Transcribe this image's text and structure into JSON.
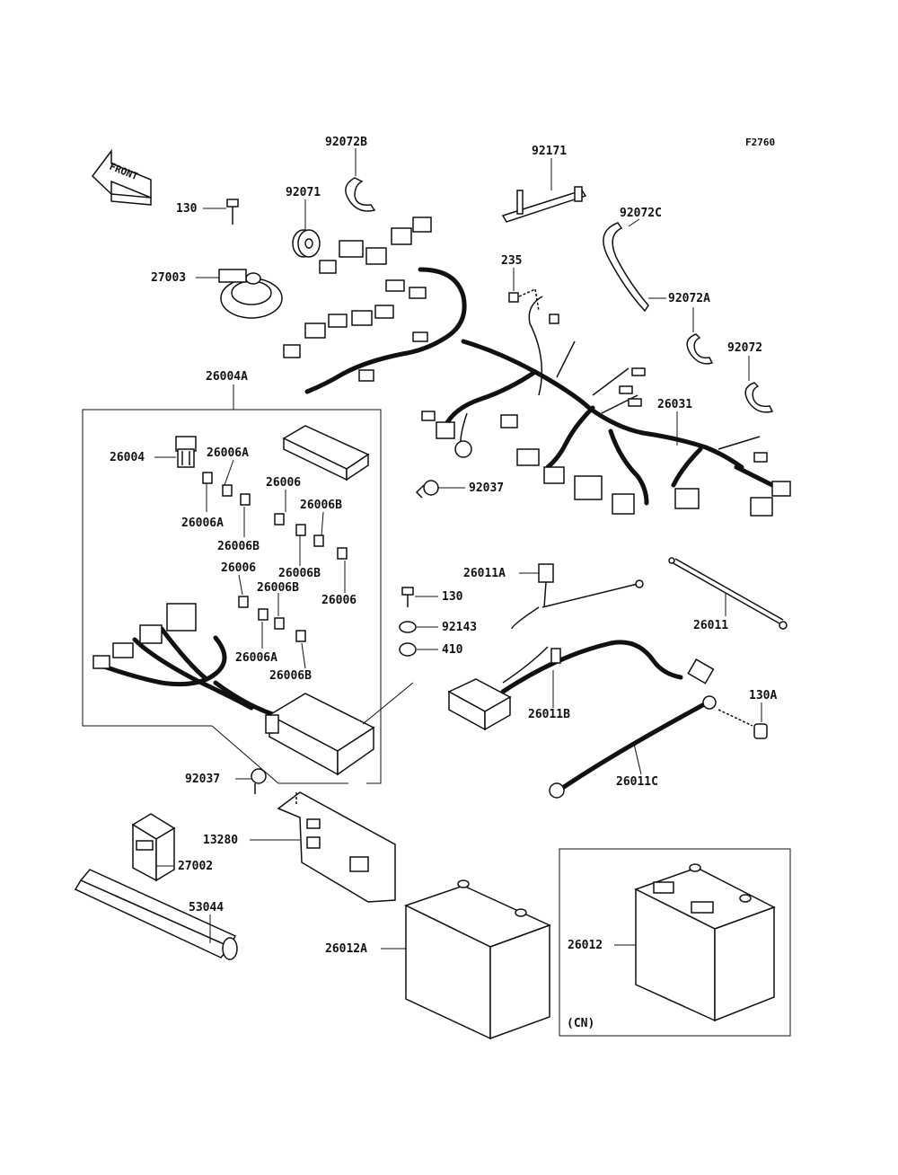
{
  "figure_ref": "F2760",
  "front_label": "FRONT",
  "region_label": "(CN)",
  "labels": [
    {
      "id": "l-92072B",
      "text": "92072B"
    },
    {
      "id": "l-92171",
      "text": "92171"
    },
    {
      "id": "l-92071",
      "text": "92071"
    },
    {
      "id": "l-130a",
      "text": "130"
    },
    {
      "id": "l-27003",
      "text": "27003"
    },
    {
      "id": "l-92072C",
      "text": "92072C"
    },
    {
      "id": "l-235",
      "text": "235"
    },
    {
      "id": "l-92072A",
      "text": "92072A"
    },
    {
      "id": "l-92072",
      "text": "92072"
    },
    {
      "id": "l-26004A",
      "text": "26004A"
    },
    {
      "id": "l-26031",
      "text": "26031"
    },
    {
      "id": "l-26004",
      "text": "26004"
    },
    {
      "id": "l-26006A-1",
      "text": "26006A"
    },
    {
      "id": "l-26006-1",
      "text": "26006"
    },
    {
      "id": "l-26006A-2",
      "text": "26006A"
    },
    {
      "id": "l-26006B-1",
      "text": "26006B"
    },
    {
      "id": "l-26006B-2",
      "text": "26006B"
    },
    {
      "id": "l-92037-1",
      "text": "92037"
    },
    {
      "id": "l-26006-2",
      "text": "26006"
    },
    {
      "id": "l-26006B-3",
      "text": "26006B"
    },
    {
      "id": "l-26006B-4",
      "text": "26006B"
    },
    {
      "id": "l-26006-3",
      "text": "26006"
    },
    {
      "id": "l-26006A-3",
      "text": "26006A"
    },
    {
      "id": "l-26006B-5",
      "text": "26006B"
    },
    {
      "id": "l-26011A",
      "text": "26011A"
    },
    {
      "id": "l-130b",
      "text": "130"
    },
    {
      "id": "l-92143",
      "text": "92143"
    },
    {
      "id": "l-410",
      "text": "410"
    },
    {
      "id": "l-26011",
      "text": "26011"
    },
    {
      "id": "l-130A",
      "text": "130A"
    },
    {
      "id": "l-26011B",
      "text": "26011B"
    },
    {
      "id": "l-26011C",
      "text": "26011C"
    },
    {
      "id": "l-92037-2",
      "text": "92037"
    },
    {
      "id": "l-13280",
      "text": "13280"
    },
    {
      "id": "l-27002",
      "text": "27002"
    },
    {
      "id": "l-53044",
      "text": "53044"
    },
    {
      "id": "l-26012A",
      "text": "26012A"
    },
    {
      "id": "l-26012",
      "text": "26012"
    }
  ]
}
